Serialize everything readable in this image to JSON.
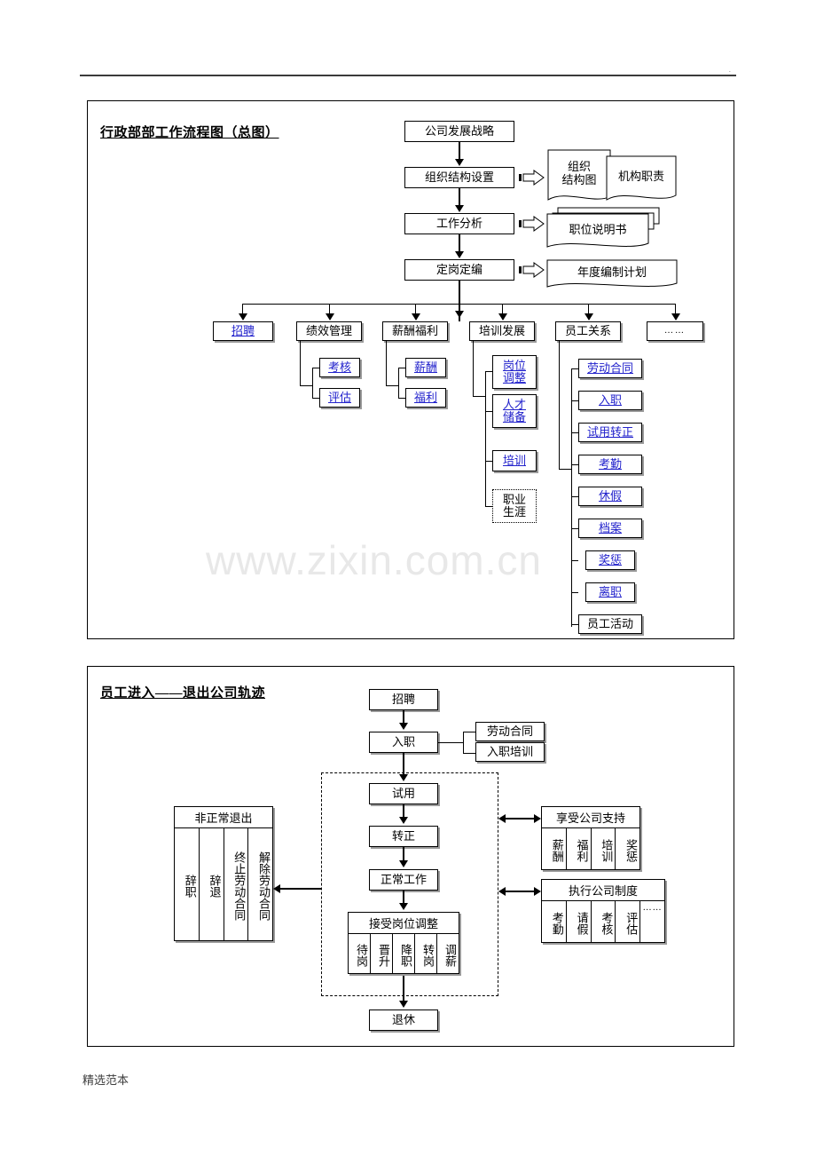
{
  "document": {
    "footer_note": "精选范本",
    "watermark": "www.zixin.com.cn",
    "header_mark": "."
  },
  "diagram_top": {
    "title": "行政部部工作流程图（总图）",
    "spine": [
      {
        "label": "公司发展战略"
      },
      {
        "label": "组织结构设置"
      },
      {
        "label": "工作分析"
      },
      {
        "label": "定岗定编"
      }
    ],
    "outputs": {
      "org_chart": "组织\n结构图",
      "org_chart_line1": "组织",
      "org_chart_line2": "结构图",
      "org_duty": "机构职责",
      "job_description": "职位说明书",
      "annual_plan": "年度编制计划"
    },
    "categories": [
      {
        "label": "招聘",
        "style": "blue",
        "children": []
      },
      {
        "label": "绩效管理",
        "style": "plain",
        "children": [
          {
            "label": "考核"
          },
          {
            "label": "评估"
          }
        ]
      },
      {
        "label": "薪酬福利",
        "style": "plain",
        "children": [
          {
            "label": "薪酬"
          },
          {
            "label": "福利"
          }
        ]
      },
      {
        "label": "培训发展",
        "style": "plain",
        "children": [
          {
            "label_line1": "岗位",
            "label_line2": "调整"
          },
          {
            "label_line1": "人才",
            "label_line2": "储备"
          },
          {
            "label_line1": "培训",
            "label_line2": ""
          },
          {
            "label_line1": "职业",
            "label_line2": "生涯"
          }
        ]
      },
      {
        "label": "员工关系",
        "style": "plain",
        "children": [
          {
            "label": "劳动合同"
          },
          {
            "label": "入职"
          },
          {
            "label": "试用转正"
          },
          {
            "label": "考勤"
          },
          {
            "label": "休假"
          },
          {
            "label": "档案"
          },
          {
            "label": "奖惩"
          },
          {
            "label": "离职"
          },
          {
            "label": "员工活动"
          }
        ]
      },
      {
        "label": "……",
        "style": "plain",
        "children": []
      }
    ]
  },
  "diagram_bottom": {
    "title": "员工进入——退出公司轨迹",
    "spine": [
      {
        "label": "招聘"
      },
      {
        "label": "入职"
      },
      {
        "label": "试用"
      },
      {
        "label": "转正"
      },
      {
        "label": "正常工作"
      },
      {
        "label": "接受岗位调整"
      },
      {
        "label": "退休"
      }
    ],
    "onboard_side": [
      {
        "label": "劳动合同"
      },
      {
        "label": "入职培训"
      }
    ],
    "position_adjust": {
      "header": "接受岗位调整",
      "cells": [
        "待岗",
        "晋升",
        "降职",
        "转岗",
        "调薪"
      ]
    },
    "abnormal_exit": {
      "header": "非正常退出",
      "cells": [
        "辞职",
        "辞退",
        "终止劳动合同",
        "解除劳动合同"
      ]
    },
    "company_support": {
      "header": "享受公司支持",
      "cells": [
        "薪酬",
        "福利",
        "培训",
        "奖惩"
      ]
    },
    "company_system": {
      "header": "执行公司制度",
      "cells": [
        "考勤",
        "请假",
        "考核",
        "评估",
        "……"
      ]
    }
  },
  "colors": {
    "link": "#2222cc",
    "line": "#000000",
    "shadow": "#9a9a9a",
    "watermark": "#e8e8e8"
  }
}
